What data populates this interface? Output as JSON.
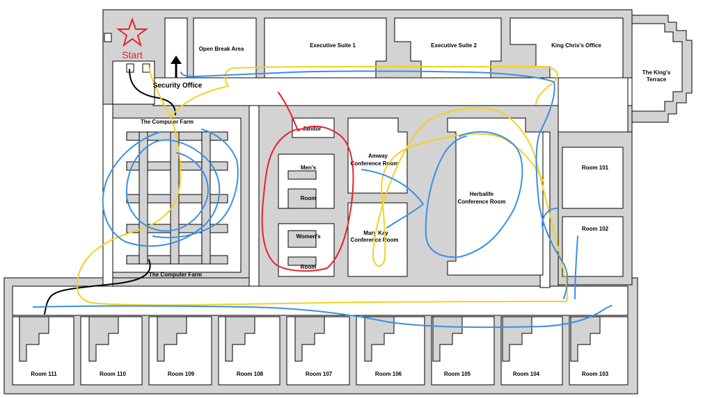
{
  "start": {
    "label": "Start",
    "color": "#e8212b"
  },
  "security_label": "Security Office",
  "rooms": {
    "open_break": "Open Break Area",
    "exec1": "Executive Suite 1",
    "exec2": "Executive Suite 2",
    "king_office": "King Chris's Office",
    "kings_terrace_1": "The King's",
    "kings_terrace_2": "Terrace",
    "computer_farm_top": "The Computer Farm",
    "computer_farm_bottom": "The Computer Farm",
    "janitor": "Janitor",
    "mens_1": "Men's",
    "mens_2": "Room",
    "womens_1": "Women's",
    "womens_2": "Room",
    "amway_1": "Amway",
    "amway_2": "Conference Room",
    "marykay_1": "Mary Kay",
    "marykay_2": "Conference Room",
    "herbalife_1": "Herbalife",
    "herbalife_2": "Conference Room",
    "r101": "Room 101",
    "r102": "Room 102",
    "r103": "Room 103",
    "r104": "Room 104",
    "r105": "Room 105",
    "r106": "Room 106",
    "r107": "Room 107",
    "r108": "Room 108",
    "r109": "Room 109",
    "r110": "Room 110",
    "r111": "Room 111"
  },
  "path_colors": {
    "black": "#000000",
    "blue": "#3a8ee6",
    "yellow": "#f5d020",
    "red": "#e8212b"
  }
}
